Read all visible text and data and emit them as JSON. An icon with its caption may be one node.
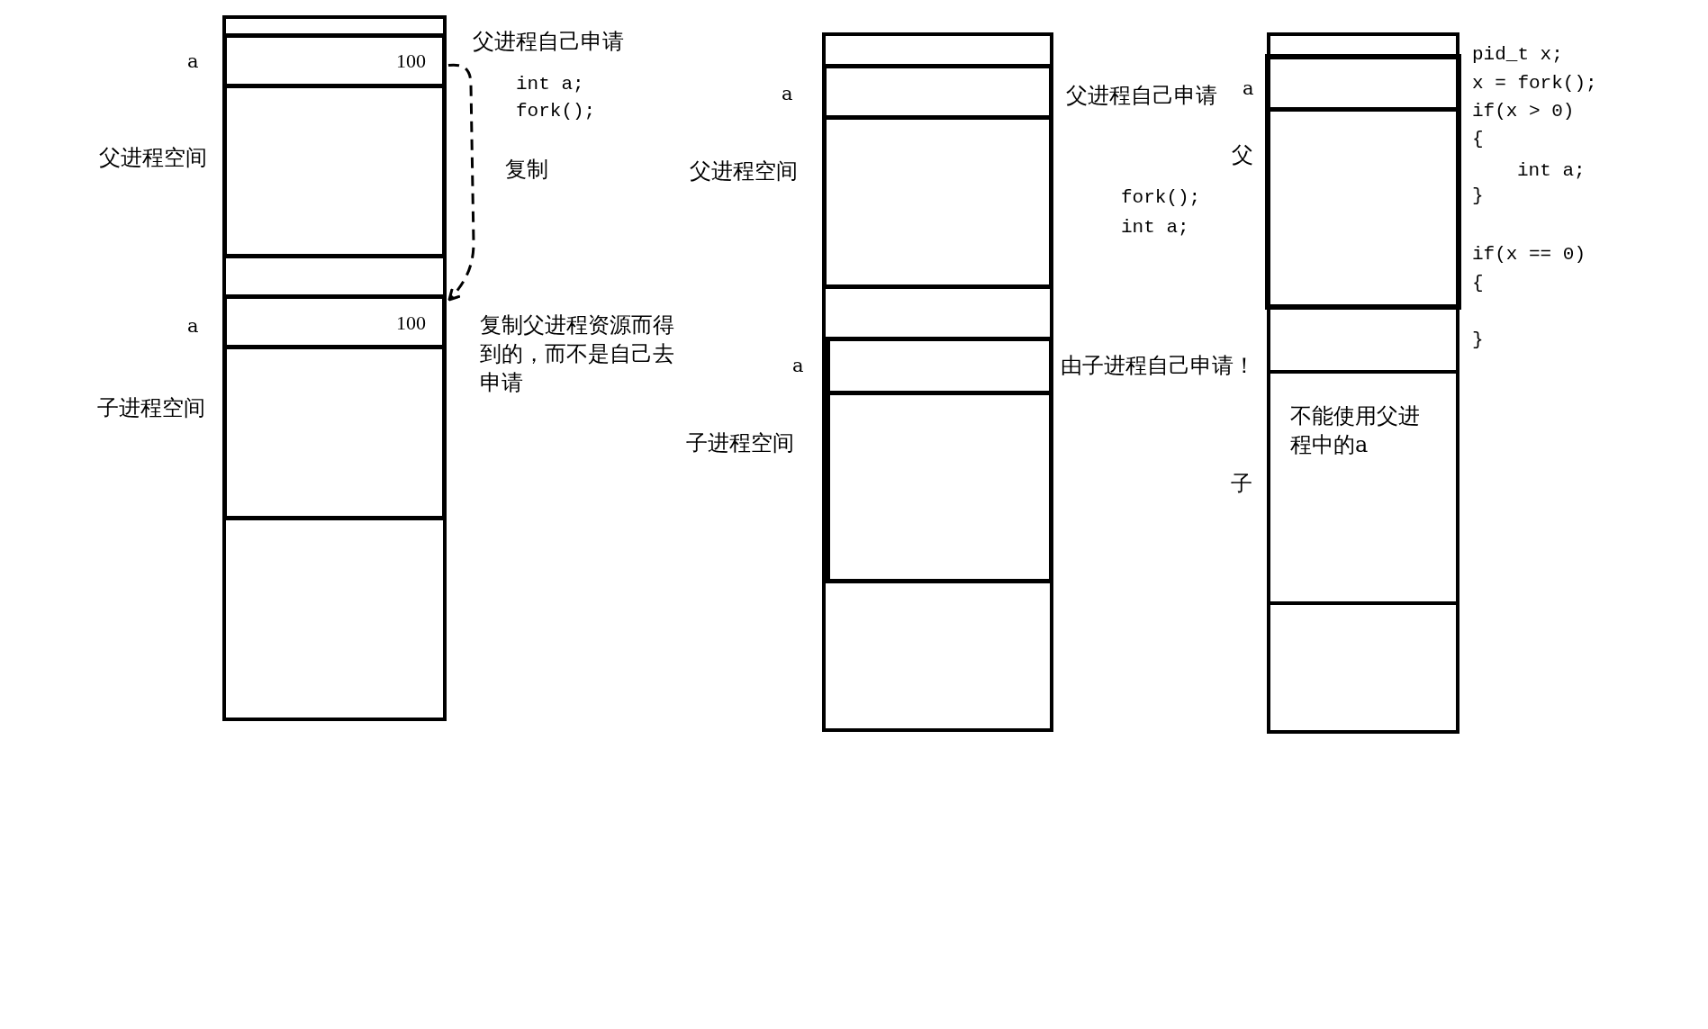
{
  "diagram": {
    "nodes": [
      {
        "text": [],
        "shape": "box"
      },
      {
        "text": [],
        "shape": "box",
        "in": 0,
        "beside": [
          "父进程空间"
        ]
      },
      {
        "text": [
          "100"
        ],
        "in": 1,
        "beside": [
          "a",
          "父进程自己申请"
        ]
      },
      {
        "text": [],
        "shape": "box",
        "in": 0,
        "beside": [
          "子进程空间"
        ]
      },
      {
        "text": [
          "100"
        ],
        "in": 3,
        "beside": [
          "a",
          "复制父进程资源而得到的，而不是自己去申请"
        ]
      },
      {
        "text": [],
        "shape": "box"
      },
      {
        "text": [],
        "shape": "box",
        "in": 5,
        "beside": [
          "父进程空间"
        ]
      },
      {
        "text": [],
        "shape": "box",
        "in": 6,
        "beside": [
          "a",
          "父进程自己申请"
        ]
      },
      {
        "text": [],
        "shape": "box",
        "in": 5,
        "beside": [
          "子进程空间"
        ]
      },
      {
        "text": [],
        "shape": "box",
        "in": 8,
        "beside": [
          "a",
          "由子进程自己申请！"
        ]
      },
      {
        "text": [],
        "shape": "box"
      },
      {
        "text": [],
        "shape": "box",
        "in": 10,
        "beside": [
          "父"
        ]
      },
      {
        "text": [],
        "shape": "box",
        "in": 11,
        "beside": [
          "a"
        ]
      },
      {
        "text": [
          "不能使用父进程中的a"
        ],
        "in": 10,
        "beside": [
          "子"
        ]
      }
    ],
    "edges": [
      {
        "from": 2,
        "to": 4,
        "arrow": "to",
        "style": "dashed",
        "label": "复制"
      }
    ],
    "labels": [
      "int a;",
      "fork();",
      "fork();",
      "int a;",
      "pid_t x;",
      "x = fork();",
      "if(x > 0)",
      "{",
      "int a;",
      "}",
      "if(x == 0)",
      "{",
      "}"
    ]
  }
}
